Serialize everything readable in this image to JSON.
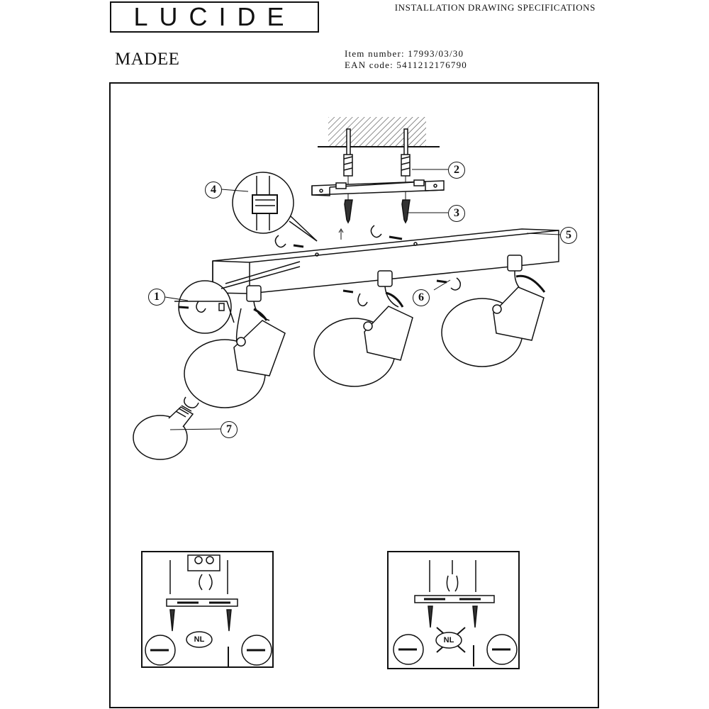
{
  "brand": {
    "logo_text": "LUCIDE"
  },
  "header": {
    "spec_title": "INSTALLATION DRAWING SPECIFICATIONS",
    "product_name": "MADEE",
    "item_number_label": "Item number:",
    "item_number": "17993/03/30",
    "ean_label": "EAN code:",
    "ean_code": "5411212176790"
  },
  "callouts": [
    "1",
    "2",
    "3",
    "4",
    "5",
    "6",
    "7"
  ],
  "insets": {
    "left_badge": "NL",
    "right_badge": "NL"
  },
  "colors": {
    "line": "#111111",
    "hatch": "#444444",
    "paper": "#ffffff"
  }
}
